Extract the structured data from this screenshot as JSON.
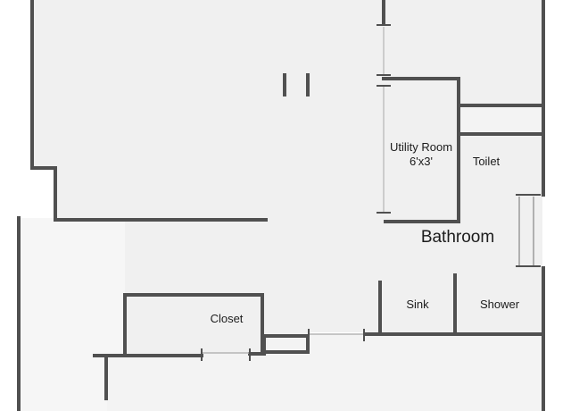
{
  "floor_plan": {
    "rooms": {
      "utility_room": {
        "name": "Utility Room",
        "dimensions": "6'x3'"
      },
      "toilet": "Toilet",
      "bathroom": "Bathroom",
      "sink": "Sink",
      "shower": "Shower",
      "closet": "Closet"
    },
    "colors": {
      "wall": "#505050",
      "floor": "#f0f0f0",
      "floor_light": "#f6f6f6",
      "background": "#ffffff"
    }
  }
}
